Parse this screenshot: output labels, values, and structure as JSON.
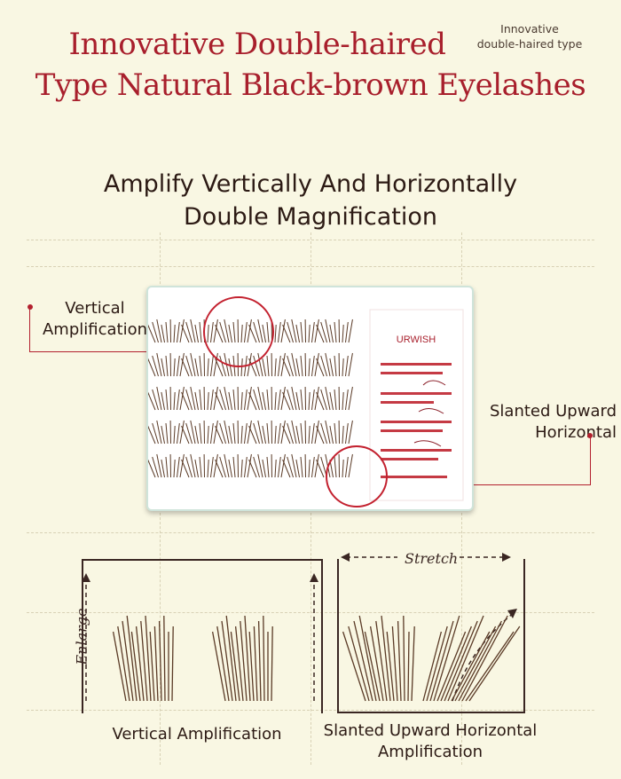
{
  "header": {
    "title_line1": "Innovative Double-haired",
    "title_line2": "Type Natural Black-brown Eyelashes",
    "badge_line1": "Innovative",
    "badge_line2": "double-haired type"
  },
  "section": {
    "subtitle_line1": "Amplify Vertically And Horizontally",
    "subtitle_line2": "Double Magnification"
  },
  "callouts": {
    "vertical_line1": "Vertical",
    "vertical_line2": "Amplification",
    "slanted_line1": "Slanted Upward",
    "slanted_line2": "Horizontal"
  },
  "product": {
    "brand_label": "URWISH"
  },
  "comparison": {
    "left_arrow_label": "Enlarge",
    "right_arrow_label": "Stretch",
    "left_caption": "Vertical Amplification",
    "right_caption_line1": "Slanted Upward Horizontal",
    "right_caption_line2": "Amplification"
  },
  "colors": {
    "accent": "#a81f2c",
    "background": "#f9f7e3",
    "lash": "#5a3a26"
  }
}
